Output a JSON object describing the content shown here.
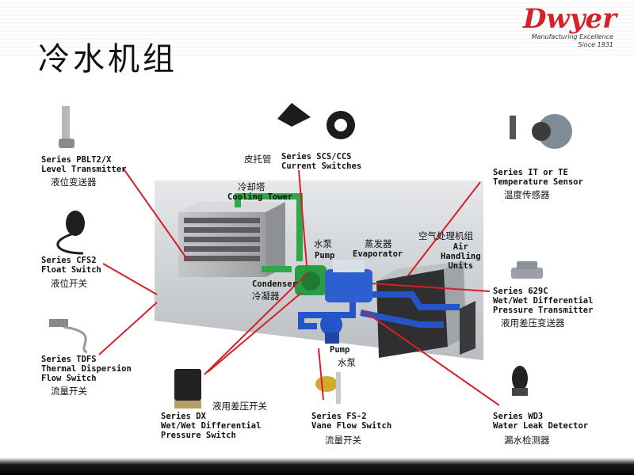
{
  "title": "冷水机组",
  "logo": {
    "brand": "Dwyer",
    "tagline": "Manufacturing Excellence",
    "since": "Since 1931"
  },
  "labels": {
    "pblt": {
      "l1": "Series PBLT2/X",
      "l2": "Level Transmitter",
      "cn": "液位变送器"
    },
    "cfs2": {
      "l1": "Series CFS2",
      "l2": "Float Switch",
      "cn": "液位开关"
    },
    "tdfs": {
      "l1": "Series TDFS",
      "l2": "Thermal Dispersion",
      "l3": "Flow Switch",
      "cn": "流量开关"
    },
    "dx": {
      "l1": "Series DX",
      "l2": "Wet/Wet Differential",
      "l3": "Pressure Switch",
      "cn": "液用差压开关"
    },
    "fs2": {
      "l1": "Series FS-2",
      "l2": "Vane Flow Switch",
      "cn": "流量开关"
    },
    "wd3": {
      "l1": "Series WD3",
      "l2": "Water Leak Detector",
      "cn": "漏水检测器"
    },
    "c629": {
      "l1": "Series 629C",
      "l2": "Wet/Wet Differential",
      "l3": "Pressure Transmitter",
      "cn": "液用差压变送器"
    },
    "ite": {
      "l1": "Series IT or TE",
      "l2": "Temperature Sensor",
      "cn": "温度传感器"
    },
    "scs": {
      "l1": "Series SCS/CCS",
      "l2": "Current Switches",
      "cn": "皮托管"
    }
  },
  "equipment": {
    "cooling_tower": {
      "cn": "冷却塔",
      "en": "Cooling Tower"
    },
    "pump_top": {
      "cn": "水泵",
      "en": "Pump"
    },
    "evaporator": {
      "cn": "蒸发器",
      "en": "Evaporator"
    },
    "ahu": {
      "cn": "空气处理机组",
      "en1": "Air",
      "en2": "Handling",
      "en3": "Units"
    },
    "condenser": {
      "en": "Condenser",
      "cn": "冷凝器"
    },
    "pump_bottom": {
      "en": "Pump",
      "cn": "水泵"
    }
  },
  "colors": {
    "leader_line": "#d4202a",
    "brand": "#d2232a",
    "pipe_green": "#2ea84a",
    "pipe_blue": "#2454c8"
  }
}
